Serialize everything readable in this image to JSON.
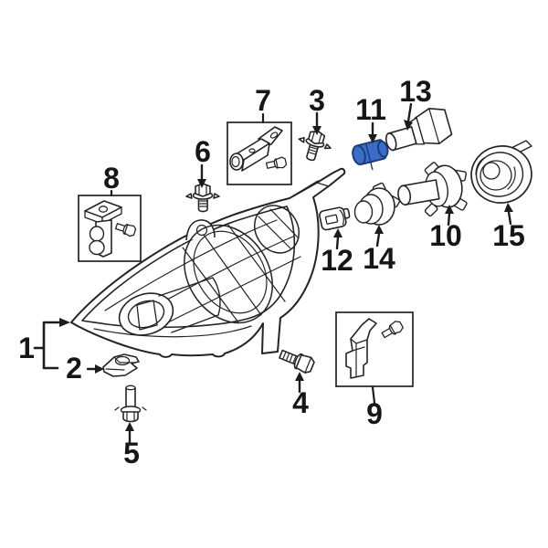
{
  "diagram": {
    "background_color": "#ffffff",
    "line_color": "#242424",
    "highlighted_callout": "11",
    "highlight": {
      "fill": "#3B6CC7",
      "stroke": "#1D3C77"
    },
    "callouts": [
      {
        "label": "1"
      },
      {
        "label": "2"
      },
      {
        "label": "3"
      },
      {
        "label": "4"
      },
      {
        "label": "5"
      },
      {
        "label": "6"
      },
      {
        "label": "7"
      },
      {
        "label": "8"
      },
      {
        "label": "9"
      },
      {
        "label": "10"
      },
      {
        "label": "11"
      },
      {
        "label": "12"
      },
      {
        "label": "13"
      },
      {
        "label": "14"
      },
      {
        "label": "15"
      }
    ]
  }
}
